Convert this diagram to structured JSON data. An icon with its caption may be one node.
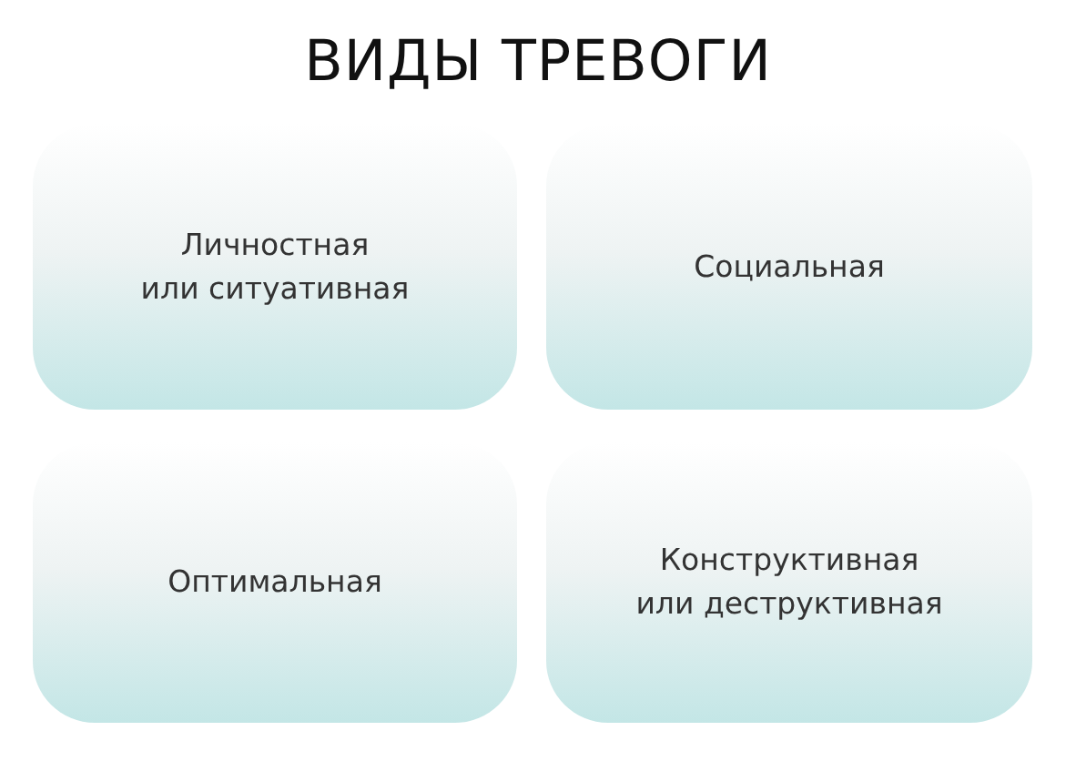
{
  "diagram": {
    "title": "ВИДЫ ТРЕВОГИ",
    "nodes": [
      {
        "text": [
          "Личностная или ситуативная"
        ]
      },
      {
        "text": [
          "Социальная"
        ]
      },
      {
        "text": [
          "Оптимальная"
        ]
      },
      {
        "text": [
          "Конструктивная или деструктивная"
        ]
      }
    ]
  }
}
